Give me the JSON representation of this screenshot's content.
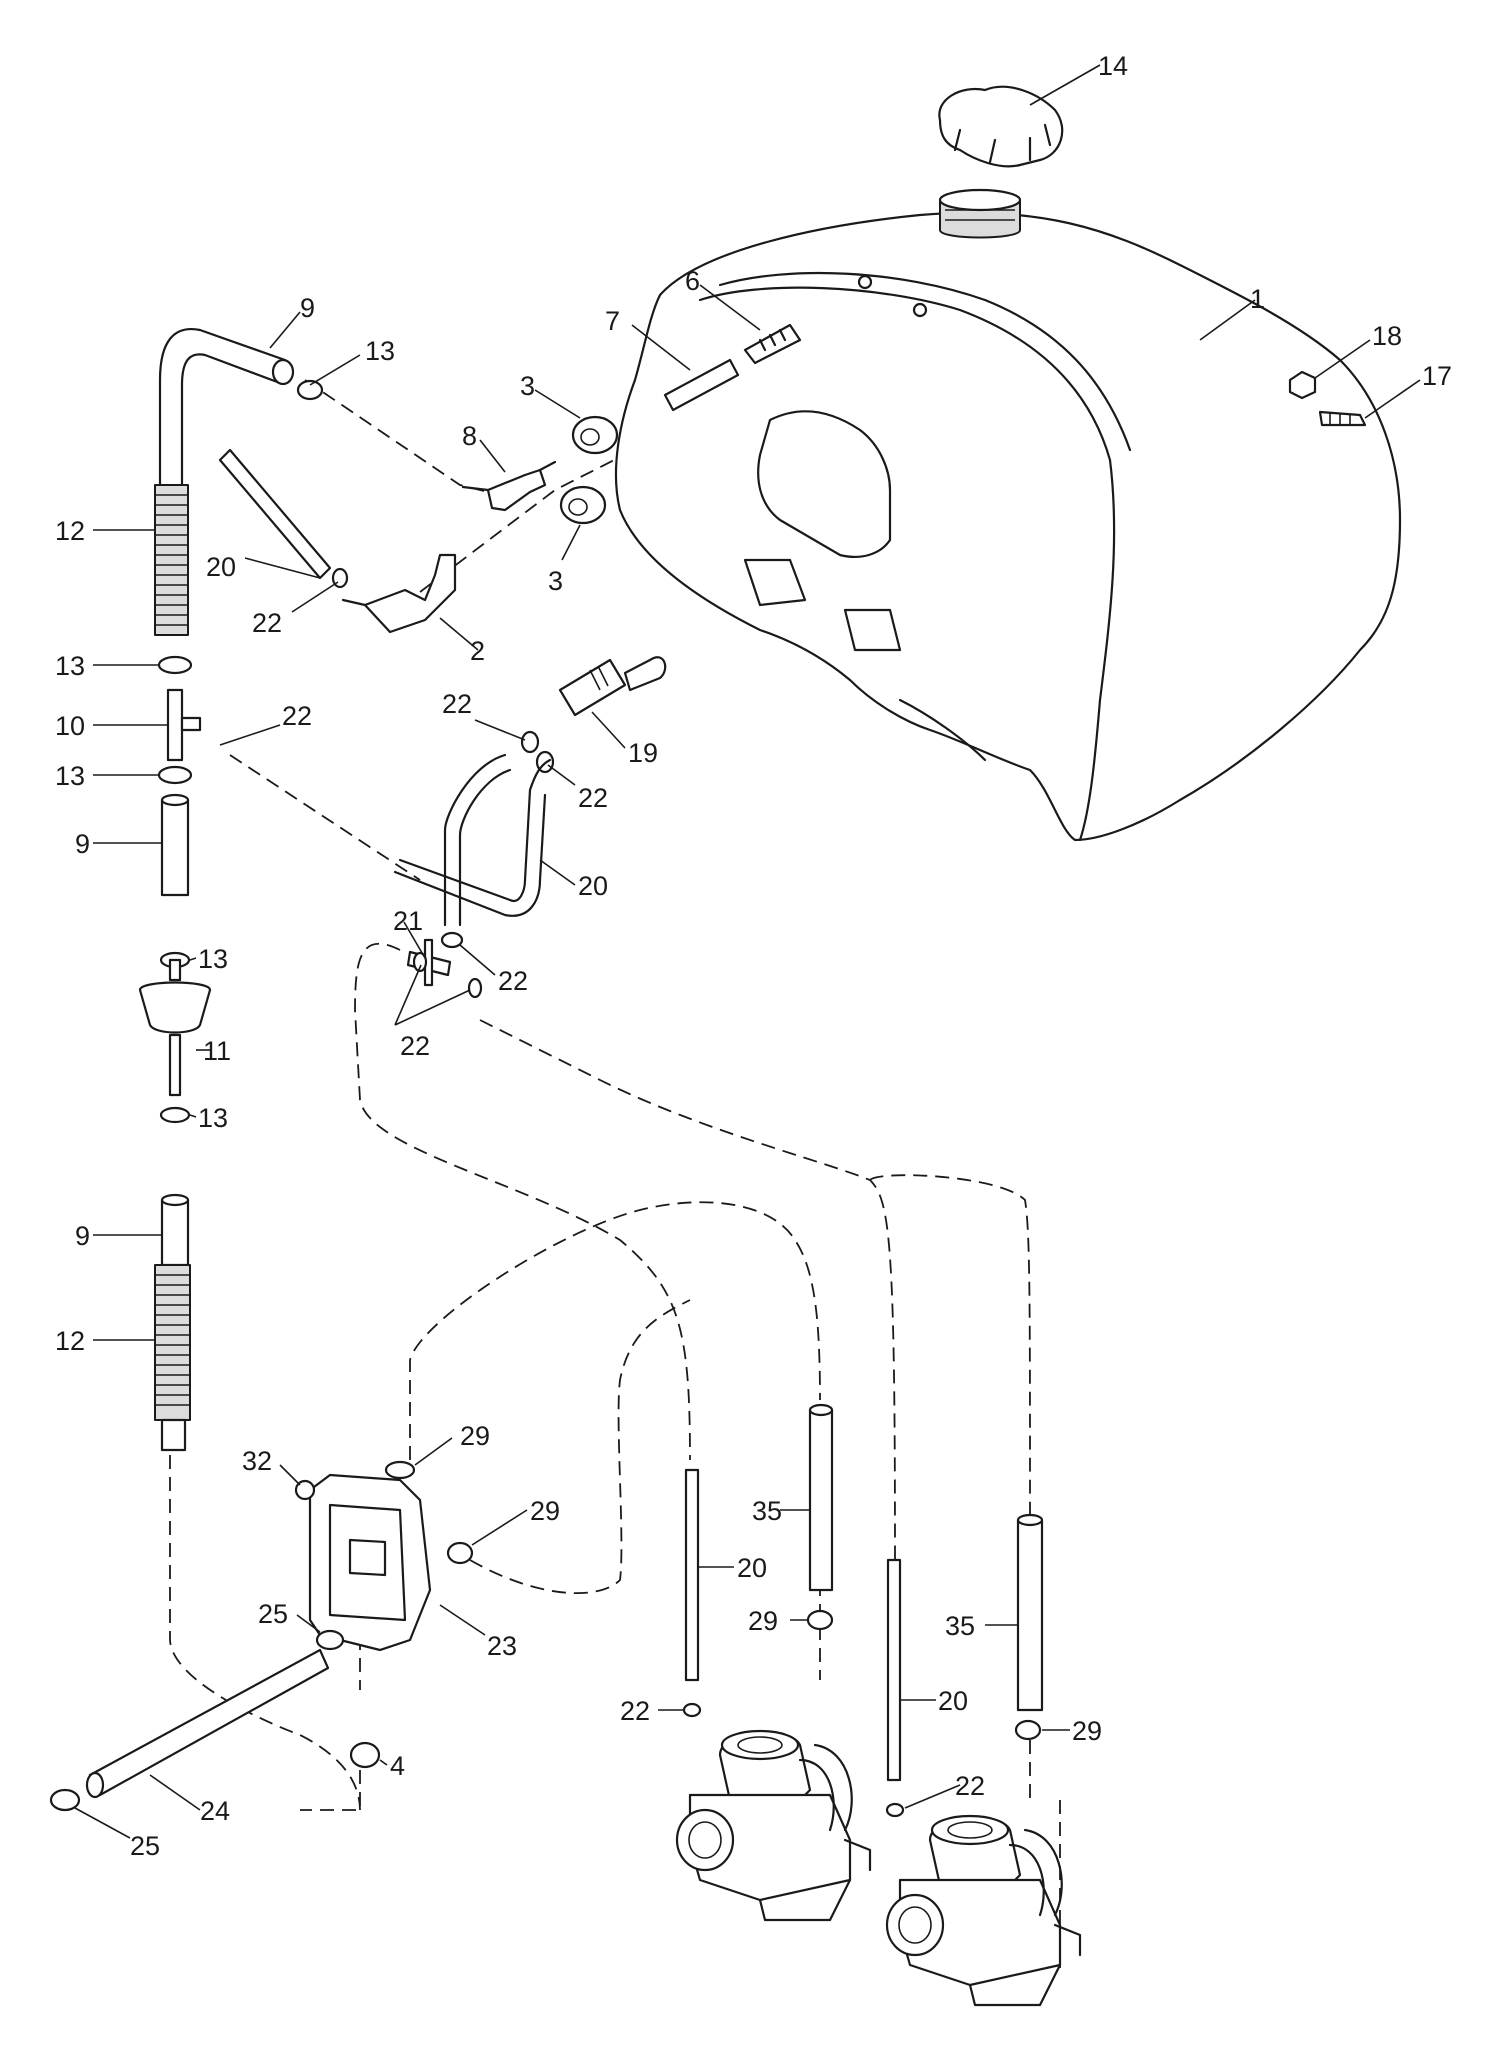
{
  "callouts": [
    {
      "id": "c14",
      "label": "14"
    },
    {
      "id": "c1",
      "label": "1"
    },
    {
      "id": "c6",
      "label": "6"
    },
    {
      "id": "c7",
      "label": "7"
    },
    {
      "id": "c18",
      "label": "18"
    },
    {
      "id": "c17",
      "label": "17"
    },
    {
      "id": "c9a",
      "label": "9"
    },
    {
      "id": "c13a",
      "label": "13"
    },
    {
      "id": "c3a",
      "label": "3"
    },
    {
      "id": "c8",
      "label": "8"
    },
    {
      "id": "c3b",
      "label": "3"
    },
    {
      "id": "c12a",
      "label": "12"
    },
    {
      "id": "c20a",
      "label": "20"
    },
    {
      "id": "c22a",
      "label": "22"
    },
    {
      "id": "c2",
      "label": "2"
    },
    {
      "id": "c13b",
      "label": "13"
    },
    {
      "id": "c10",
      "label": "10"
    },
    {
      "id": "c22b",
      "label": "22"
    },
    {
      "id": "c13c",
      "label": "13"
    },
    {
      "id": "c9b",
      "label": "9"
    },
    {
      "id": "c22c",
      "label": "22"
    },
    {
      "id": "c19",
      "label": "19"
    },
    {
      "id": "c22d",
      "label": "22"
    },
    {
      "id": "c20b",
      "label": "20"
    },
    {
      "id": "c21",
      "label": "21"
    },
    {
      "id": "c22e",
      "label": "22"
    },
    {
      "id": "c22f",
      "label": "22"
    },
    {
      "id": "c13d",
      "label": "13"
    },
    {
      "id": "c11",
      "label": "11"
    },
    {
      "id": "c13e",
      "label": "13"
    },
    {
      "id": "c9c",
      "label": "9"
    },
    {
      "id": "c12b",
      "label": "12"
    },
    {
      "id": "c29a",
      "label": "29"
    },
    {
      "id": "c32",
      "label": "32"
    },
    {
      "id": "c29b",
      "label": "29"
    },
    {
      "id": "c20c",
      "label": "20"
    },
    {
      "id": "c35a",
      "label": "35"
    },
    {
      "id": "c25a",
      "label": "25"
    },
    {
      "id": "c23",
      "label": "23"
    },
    {
      "id": "c29c",
      "label": "29"
    },
    {
      "id": "c35b",
      "label": "35"
    },
    {
      "id": "c20d",
      "label": "20"
    },
    {
      "id": "c22g",
      "label": "22"
    },
    {
      "id": "c29d",
      "label": "29"
    },
    {
      "id": "c4",
      "label": "4"
    },
    {
      "id": "c22h",
      "label": "22"
    },
    {
      "id": "c24",
      "label": "24"
    },
    {
      "id": "c25b",
      "label": "25"
    }
  ]
}
